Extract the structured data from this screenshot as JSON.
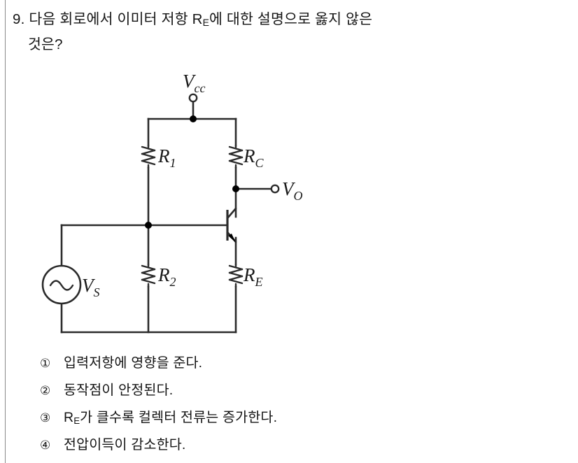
{
  "question": {
    "number": "9.",
    "line1_a": "다음 회로에서 이미터 저항 R",
    "line1_sub": "E",
    "line1_b": "에 대한 설명으로 옳지 않은",
    "line2": "것은?"
  },
  "circuit": {
    "type": "npn-common-emitter-amplifier",
    "labels": {
      "vcc": "V",
      "vcc_sub": "cc",
      "r1": "R",
      "r1_sub": "1",
      "rc": "R",
      "rc_sub": "C",
      "r2": "R",
      "r2_sub": "2",
      "re": "R",
      "re_sub": "E",
      "vs": "V",
      "vs_sub": "S",
      "vo": "V",
      "vo_sub": "O"
    },
    "line_color": "#2b2b2b",
    "node_color": "#000000"
  },
  "options": [
    {
      "marker": "①",
      "text": "입력저항에 영향을 준다."
    },
    {
      "marker": "②",
      "text": "동작점이 안정된다."
    },
    {
      "marker": "③",
      "text_a": "R",
      "text_sub": "E",
      "text_b": "가 클수록 컬렉터 전류는 증가한다."
    },
    {
      "marker": "④",
      "text": "전압이득이 감소한다."
    }
  ]
}
